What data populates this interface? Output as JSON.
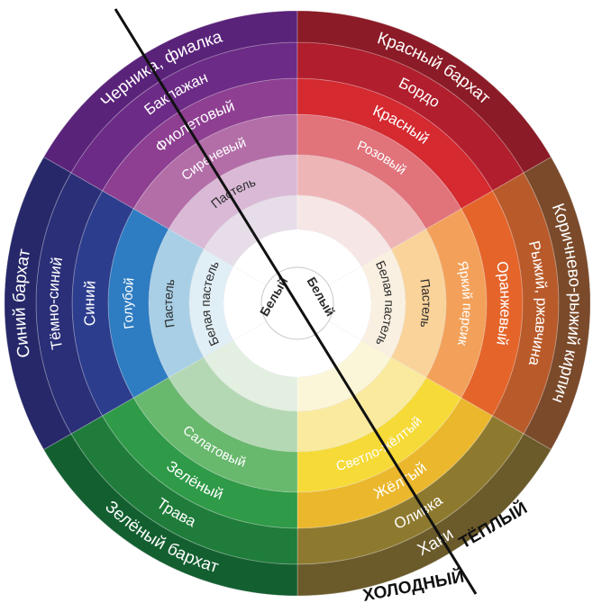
{
  "center_labels": [
    "Белый",
    "Белый"
  ],
  "segments": [
    {
      "colors": [
        "#ffffff",
        "#e6dde9",
        "#d9b9d6",
        "#b36ea8",
        "#8e3f91",
        "#6c2b86",
        "#5a237a"
      ],
      "labels": [
        "",
        "",
        "Пастель",
        "Сиреневый",
        "Фиолетовый",
        "Баклажан",
        "Черника, фиалка"
      ]
    },
    {
      "colors": [
        "#ffffff",
        "#f7e6e6",
        "#eeb5b7",
        "#e1737b",
        "#d42a30",
        "#b11e2d",
        "#8b1b26"
      ],
      "labels": [
        "",
        "",
        "",
        "Розовый",
        "Красный",
        "Бордо",
        "Красный бархат"
      ]
    },
    {
      "colors": [
        "#ffffff",
        "#faf0e1",
        "#f9d39a",
        "#f3a15a",
        "#e5642a",
        "#b95a2a",
        "#7a4a2a"
      ],
      "labels": [
        "",
        "Белая пастель",
        "Пастель",
        "Яркий персик",
        "Оранжевый",
        "Рыжий, ржавчина",
        "Коричнево-рыжий кирпич"
      ]
    },
    {
      "colors": [
        "#ffffff",
        "#fcf6d9",
        "#f9ea9e",
        "#f6da38",
        "#ebb72c",
        "#8e7a2f",
        "#6b5a2a"
      ],
      "labels": [
        "",
        "",
        "",
        "Светло-жёлтый",
        "Жёлтый",
        "Оливка",
        "Хаки"
      ]
    },
    {
      "colors": [
        "#ffffff",
        "#e2efe1",
        "#b4d8b3",
        "#68b86d",
        "#2f9a48",
        "#1f7c3a",
        "#135f30"
      ],
      "labels": [
        "",
        "",
        "",
        "Салатовый",
        "Зелёный",
        "Трава",
        "Зелёный бархат"
      ]
    },
    {
      "colors": [
        "#ffffff",
        "#e0eef5",
        "#a8cfe6",
        "#2e7cc2",
        "#2d3d8e",
        "#2a2f78",
        "#26286a"
      ],
      "labels": [
        "",
        "Белая пастель",
        "Пастель",
        "Голубой",
        "Синий",
        "Тёмно-синий",
        "Синий бархат"
      ]
    }
  ],
  "outer_ring_color": "#1a1a1a",
  "footer": {
    "cold": "ХОЛОДНЫЙ",
    "warm": "ТЁПЛЫЙ"
  }
}
